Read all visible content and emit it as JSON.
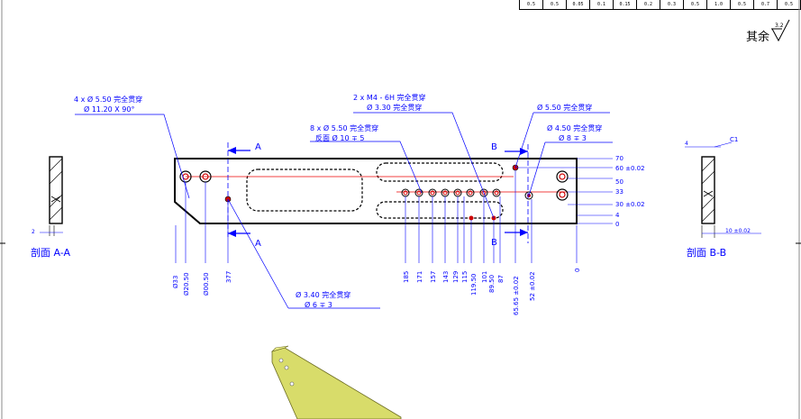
{
  "roughness_table": [
    "0.5",
    "0.5",
    "0.05",
    "0.1",
    "0.15",
    "0.2",
    "0.3",
    "0.5",
    "1.0",
    "0.5",
    "0.7",
    "0.5"
  ],
  "surface_note": {
    "text": "其余",
    "symbol_value": "3.2"
  },
  "section_aa": {
    "label": "剖面 A-A",
    "dim": "2"
  },
  "section_bb": {
    "label": "剖面 B-B",
    "chamfer": "C1",
    "dim_top": "4",
    "dim_bottom": "10 ±0.02"
  },
  "notes": {
    "n1_line1": "4 x  Ø 5.50 完全贯穿",
    "n1_line2": "Ø 11.20 X 90°",
    "n2_line1": "8 x  Ø 5.50 完全贯穿",
    "n2_line2": "反面 Ø 10 ∓ 5",
    "n3_line1": "2 x  M4 - 6H 完全贯穿",
    "n3_line2": "Ø 3.30 完全贯穿",
    "n4_line1": "Ø 5.50 完全贯穿",
    "n5_line1": "Ø 4.50 完全贯穿",
    "n5_line2": "Ø 8 ∓ 3",
    "n6_line1": "Ø 3.40 完全贯穿",
    "n6_line2": "Ø 6 ∓ 3"
  },
  "section_markers": {
    "a": "A",
    "b": "B"
  },
  "right_dims": [
    "70",
    "60 ±0.02",
    "50",
    "33",
    "30 ±0.02",
    "4",
    "0"
  ],
  "bottom_dims": [
    "Ø33",
    "Ø20.50",
    "Ø00.50",
    "377",
    "185",
    "171",
    "157",
    "143",
    "129",
    "115",
    "119.50",
    "101",
    "89.50",
    "87",
    "65.65 ±0.02",
    "52 ±0.02",
    "0"
  ]
}
